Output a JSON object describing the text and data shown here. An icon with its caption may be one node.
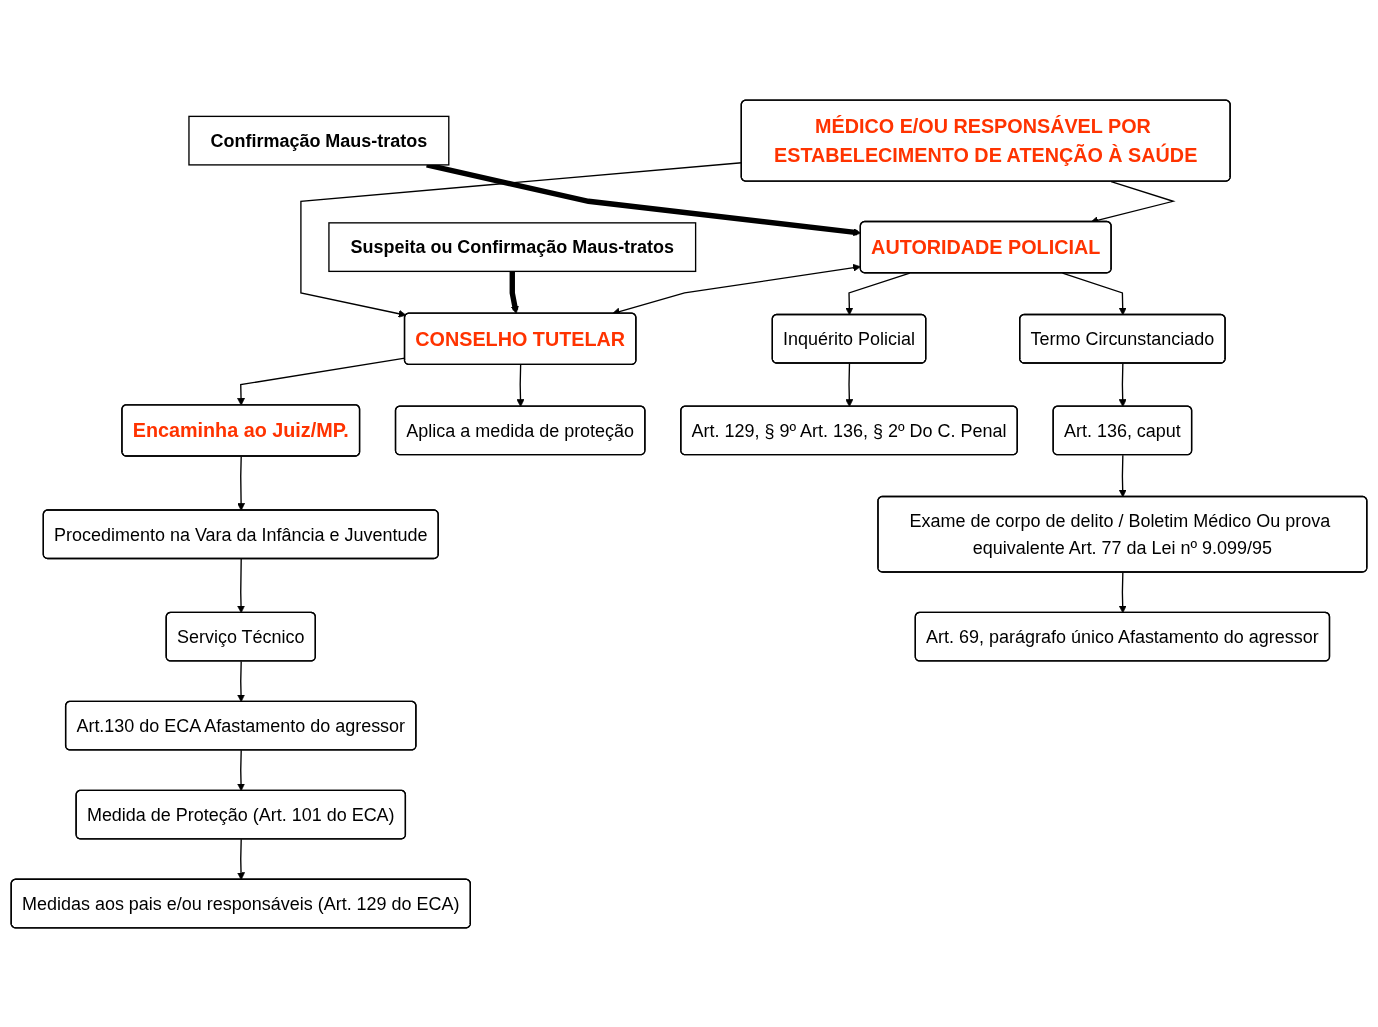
{
  "diagram": {
    "nodes": [
      {
        "text": [
          "Confirmação Maus-tratos"
        ]
      },
      {
        "text": [
          "MÉDICO E/OU RESPONSÁVEL POR ESTABELECIMENTO DE ATENÇÃO À SAÚDE"
        ]
      },
      {
        "text": [
          "Suspeita ou Confirmação Maus-tratos"
        ]
      },
      {
        "text": [
          "AUTORIDADE POLICIAL"
        ]
      },
      {
        "text": [
          "CONSELHO TUTELAR"
        ]
      },
      {
        "text": [
          "Inquérito Policial"
        ]
      },
      {
        "text": [
          "Termo Circunstanciado"
        ]
      },
      {
        "text": [
          "Encaminha ao Juiz/MP."
        ]
      },
      {
        "text": [
          "Aplica a medida de proteção"
        ]
      },
      {
        "text": [
          "Art. 129, § 9º Art. 136, § 2º Do C. Penal"
        ]
      },
      {
        "text": [
          "Art. 136, caput"
        ]
      },
      {
        "text": [
          "Procedimento na Vara da Infância e Juventude"
        ]
      },
      {
        "text": [
          "Serviço Técnico"
        ]
      },
      {
        "text": [
          "Exame de corpo de delito / Boletim Médico Ou prova equivalente Art. 77 da Lei nº 9.099/95"
        ]
      },
      {
        "text": [
          "Art.130 do ECA Afastamento do agressor"
        ]
      },
      {
        "text": [
          "Art. 69, parágrafo único Afastamento do agressor"
        ]
      },
      {
        "text": [
          "Medida de Proteção (Art. 101 do ECA)"
        ]
      },
      {
        "text": [
          "Medidas aos pais e/ou responsáveis (Art. 129 do ECA)"
        ]
      }
    ],
    "edges": [
      {
        "from": 0,
        "to": 3,
        "arrow": "to",
        "style": "thick"
      },
      {
        "from": 1,
        "to": 3,
        "arrow": "to"
      },
      {
        "from": 1,
        "to": 4,
        "arrow": "to"
      },
      {
        "from": 2,
        "to": 4,
        "arrow": "to",
        "style": "thick"
      },
      {
        "from": 3,
        "to": 4,
        "arrow": "both"
      },
      {
        "from": 3,
        "to": 5,
        "arrow": "to"
      },
      {
        "from": 3,
        "to": 6,
        "arrow": "to"
      },
      {
        "from": 4,
        "to": 7,
        "arrow": "to"
      },
      {
        "from": 4,
        "to": 8,
        "arrow": "to"
      },
      {
        "from": 5,
        "to": 9,
        "arrow": "to"
      },
      {
        "from": 6,
        "to": 10,
        "arrow": "to"
      },
      {
        "from": 10,
        "to": 13,
        "arrow": "to"
      },
      {
        "from": 13,
        "to": 15,
        "arrow": "to"
      },
      {
        "from": 7,
        "to": 11,
        "arrow": "to"
      },
      {
        "from": 11,
        "to": 12,
        "arrow": "to"
      },
      {
        "from": 12,
        "to": 14,
        "arrow": "to"
      },
      {
        "from": 14,
        "to": 16,
        "arrow": "to"
      },
      {
        "from": 16,
        "to": 17,
        "arrow": "to"
      }
    ]
  }
}
